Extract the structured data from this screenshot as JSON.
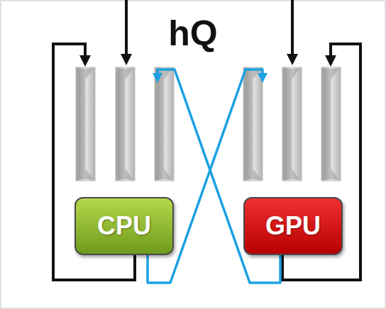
{
  "diagram": {
    "nodes": [
      {
        "text": [
          "CPU"
        ]
      },
      {
        "text": [
          "GPU"
        ]
      }
    ],
    "labels": [
      "hQ"
    ]
  }
}
